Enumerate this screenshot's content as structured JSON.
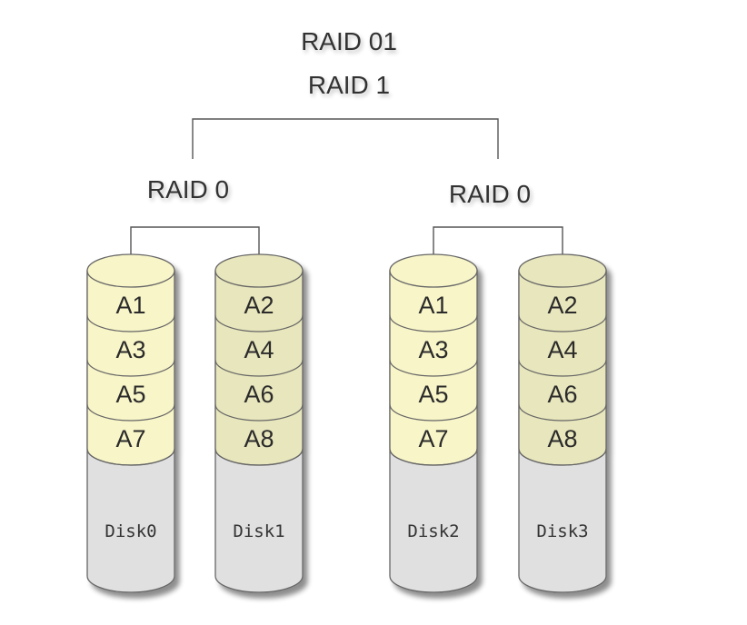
{
  "titles": {
    "top_line1": "RAID 01",
    "top_line2": "RAID 1",
    "left_group": "RAID 0",
    "right_group": "RAID 0"
  },
  "disks": [
    {
      "label": "Disk0",
      "blocks": [
        "A1",
        "A3",
        "A5",
        "A7"
      ],
      "block_color": "#f8f5c8"
    },
    {
      "label": "Disk1",
      "blocks": [
        "A2",
        "A4",
        "A6",
        "A8"
      ],
      "block_color": "#e8e6bc"
    },
    {
      "label": "Disk2",
      "blocks": [
        "A1",
        "A3",
        "A5",
        "A7"
      ],
      "block_color": "#f8f5c8"
    },
    {
      "label": "Disk3",
      "blocks": [
        "A2",
        "A4",
        "A6",
        "A8"
      ],
      "block_color": "#e8e6bc"
    }
  ],
  "colors": {
    "disk_body": "#e0e0e0",
    "disk_outline": "#666666",
    "connector": "#555555"
  }
}
